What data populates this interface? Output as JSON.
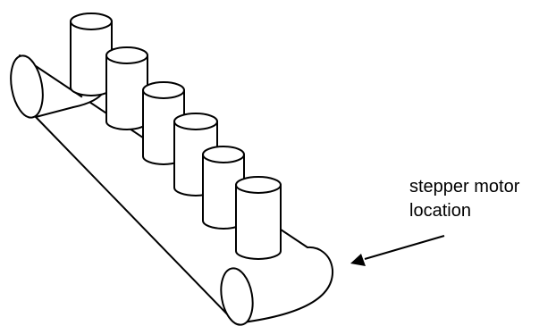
{
  "annotation": {
    "lines": [
      "stepper motor",
      "location"
    ]
  },
  "parts": {
    "cylinder_count": 6
  },
  "colors": {
    "stroke": "#000000",
    "fill": "#ffffff"
  }
}
